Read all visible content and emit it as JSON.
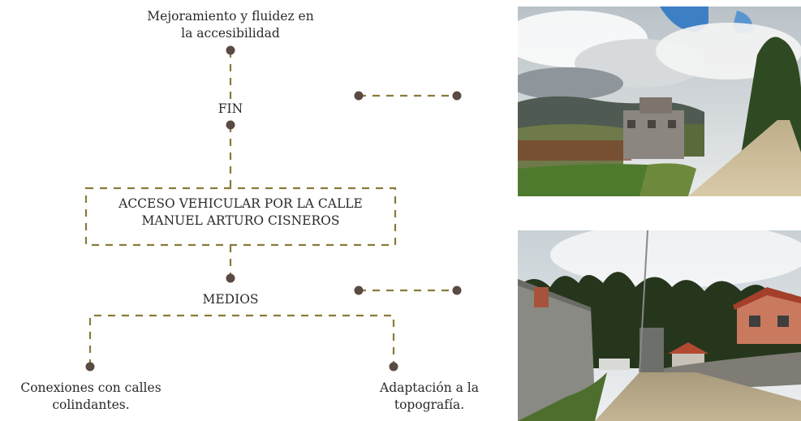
{
  "diagram": {
    "top_goal": [
      "Mejoramiento y fluidez en",
      "la accesibilidad"
    ],
    "fin_label": "FIN",
    "central_box": [
      "ACCESO VEHICULAR POR LA CALLE",
      "MANUEL ARTURO CISNEROS"
    ],
    "medios_label": "MEDIOS",
    "means": [
      {
        "lines": [
          "Conexiones con calles",
          "colindantes."
        ]
      },
      {
        "lines": [
          "Adaptación a la",
          "topografía."
        ]
      }
    ],
    "line_color": "#8a7a3a",
    "dot_color": "#5a4a42"
  }
}
